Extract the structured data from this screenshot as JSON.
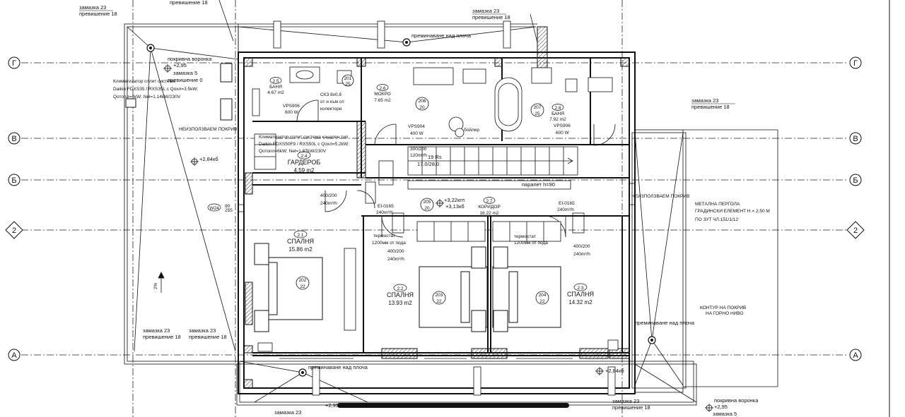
{
  "axes": {
    "rows": [
      "Г",
      "В",
      "Б",
      "2",
      "А"
    ]
  },
  "rooms": [
    {
      "num": "2.1",
      "name": "СПАЛНЯ",
      "area": "15.86 m2",
      "tag": "202",
      "tag2": "22"
    },
    {
      "num": "2.2",
      "name": "СПАЛНЯ",
      "area": "13.93 m2",
      "tag": "203",
      "tag2": "22"
    },
    {
      "num": "2.3",
      "name": "СПАЛНЯ",
      "area": "14.32 m2",
      "tag": "204",
      "tag2": "22"
    },
    {
      "num": "2.4",
      "name": "ГАРДЕРОБ",
      "area": "4.59 m2"
    },
    {
      "num": "2.5",
      "name": "БАНЯ",
      "area": "4.67 m2",
      "tag": "201",
      "tag2": "25"
    },
    {
      "num": "2.6",
      "name": "МОКРО",
      "area": "7.65 m2",
      "tag": "206",
      "tag2": "20"
    },
    {
      "num": "2.7",
      "name": "КОРИДОР",
      "area": "16.22 m2",
      "tag": "205",
      "tag2": "20"
    },
    {
      "num": "2.8",
      "name": "БАНЯ",
      "area": "7.92 m2",
      "tag": "207",
      "tag2": "25"
    }
  ],
  "notes": {
    "mazazka23": "замазка 23",
    "prev18": "превишение 18",
    "prev18_top": "превишение 18",
    "pokrivna_voronka": "покривна воронка",
    "plus295": "+2,95",
    "mazazka5": "замазка 5",
    "prev0": "превишение 0",
    "premin_top": "преминаване над плоча",
    "premin_bottom": "преминаване над плоча",
    "premin_right": "преминаване над плоча",
    "neizp_left": "НЕИЗПОЛЗВАЕМ ПОКРИВ",
    "neizp_right": "НЕИЗПОЛЗВАЕМ ПОКРИВ",
    "klim1_l1": "Климатизатор сплит система",
    "klim1_l2": "Daikin FDXS35 / RXS35L с Qохл=3.5kW;",
    "klim1_l3": "Qотопл=4kW; Nel=1.14kW/230V",
    "klim2_l1": "Климатизатор сплит система канален тип",
    "klim2_l2": "Daikin FDXS50F9 / RXS50L с Qохл=5.2kW;",
    "klim2_l3": "Qотопл=6kW; Nel=1.87kW/230V",
    "plus284_left": "+2,84кб",
    "plus284_bottom": "+2,84кб",
    "plus322": "+3,22кгп",
    "plus313": "+3,13кб",
    "parapet": "парапет h=90",
    "termostat1": "термостат",
    "termostat1b": "1200мм от пода",
    "termostat2": "термостат",
    "termostat2b": "1200мм от пода",
    "vent_400_200": "400/200",
    "vent_240": "240m³/h",
    "vent_400_200_b": "400/200",
    "vent_240_b": "240m³/h",
    "vent_400_200_c": "400/200",
    "vent_240_c": "240m³/h",
    "vent_300_200": "300/200",
    "vent_120": "120m³/h",
    "ei_1": "EI-0165",
    "ei_1b": "240m³/h",
    "ei_2": "EI-0165",
    "ei_2b": "240m³/h",
    "stairs": "19 Rs",
    "stairs2": "17.0/28.0",
    "vps906": "VPS906",
    "vps906_w": "600 W",
    "vps904": "VPS904",
    "vps904_w": "400 W",
    "vps906b": "VPS906",
    "vps906b_w": "600 W",
    "boiler": "бойлер",
    "kolektori": "СКЗ 8x0.8",
    "kolektori2": "от и към сп",
    "kolektori3": "колектори",
    "pergola1": "МЕТАЛНА ПЕРГОЛА",
    "pergola2": "ГРАДИНСКИ ЕЛЕМЕНТ  Н = 2,50 М",
    "pergola3": "ПО ЗУТ ЧЛ.151/1/12",
    "kontur1": "КОНТУР НА ПОКРИВ",
    "kontur2": "НА ГОРНО НИВО",
    "slope": "2%",
    "w24": "W24",
    "w24_90": "90",
    "w24_255": "255"
  },
  "colors": {
    "line": "#111111",
    "hatch": "#333333",
    "axis": "#222222"
  }
}
